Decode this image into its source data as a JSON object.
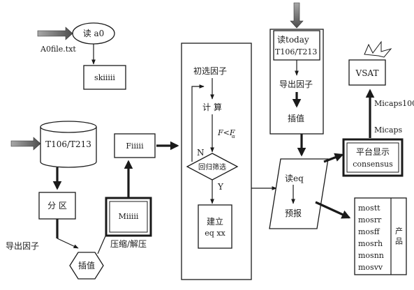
{
  "nodes": {
    "read_a0": "读 a0",
    "a0_file": "A0file.txt",
    "skiiiii": "skiiiii",
    "t106_t213_db": "T106/T213",
    "fiiiii": "Fiiiii",
    "partition": "分 区",
    "export_factors_left": "导出因子",
    "interpolate_left": "插值",
    "miiiii": "Miiiii",
    "compress_decompress": "压缩/解压",
    "initial_select_factors": "初选因子",
    "compute": "计 算",
    "condition_main": "F<F",
    "condition_sub": "α",
    "branch_n": "N",
    "branch_y": "Y",
    "regression_filter": "回归筛选",
    "build_eq_line1": "建立",
    "build_eq_line2": "eq xx",
    "read_today_line1": "读today",
    "read_today_line2": "T106/T213",
    "export_factors_right": "导出因子",
    "interpolate_right": "插值",
    "read_eq": "读eq",
    "forecast": "预报",
    "vsat": "VSAT",
    "micaps100": "Micaps100",
    "micaps": "Micaps",
    "platform_display": "平台显示",
    "consensus": "consensus",
    "products_vertical": "产 品",
    "product_list": [
      "mostt",
      "mosrr",
      "mosff",
      "mosrh",
      "mosnn",
      "mosvv"
    ]
  },
  "colors": {
    "line": "#1a1a1a",
    "background": "#ffffff",
    "input_arrow_gradient": [
      "#4d4d4d",
      "#a8a8a8"
    ]
  }
}
